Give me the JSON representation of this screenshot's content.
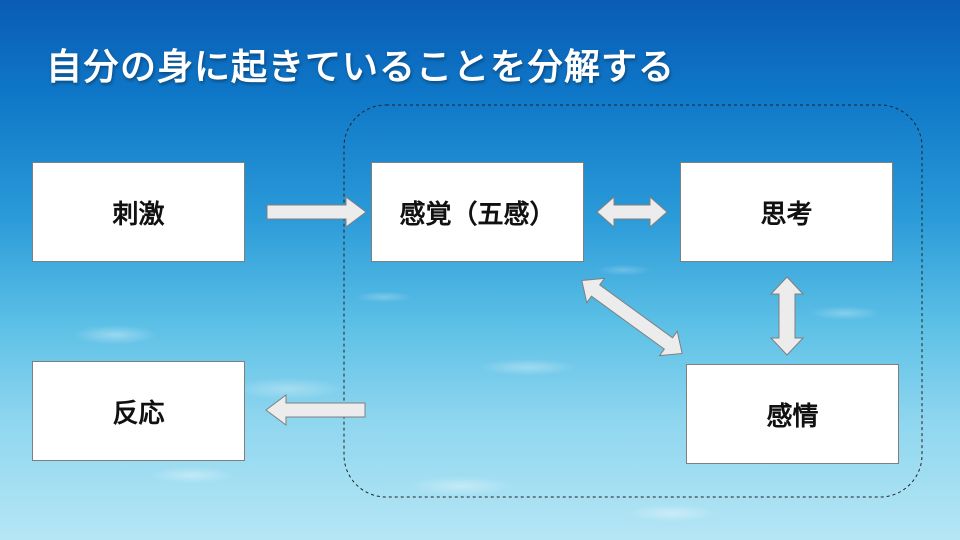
{
  "slide": {
    "title": "自分の身に起きていることを分解する"
  },
  "diagram": {
    "nodes": {
      "stimulus": "刺激",
      "sensation": "感覚（五感）",
      "thought": "思考",
      "emotion": "感情",
      "reaction": "反応"
    },
    "edges": [
      {
        "from": "stimulus",
        "to": "sensation",
        "direction": "one-way"
      },
      {
        "from": "sensation",
        "to": "thought",
        "direction": "two-way"
      },
      {
        "from": "sensation",
        "to": "emotion",
        "direction": "two-way"
      },
      {
        "from": "thought",
        "to": "emotion",
        "direction": "two-way"
      },
      {
        "from": "inner-group",
        "to": "reaction",
        "direction": "one-way"
      }
    ],
    "group": {
      "members": [
        "sensation",
        "thought",
        "emotion"
      ],
      "style": "dashed-rounded"
    }
  },
  "colors": {
    "arrow_fill": "#ececec",
    "arrow_stroke": "#7f7f7f",
    "box_fill": "#ffffff",
    "title_text": "#ffffff"
  }
}
